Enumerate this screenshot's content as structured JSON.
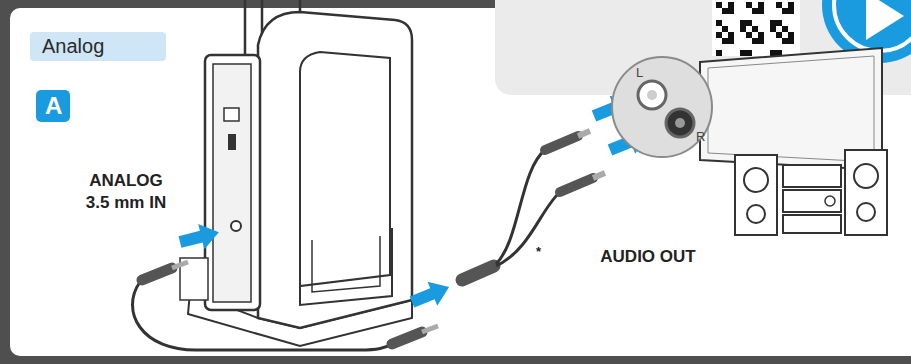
{
  "diagram": {
    "nodes": [
      {
        "text": [
          "Analog"
        ]
      },
      {
        "text": [
          "A"
        ]
      },
      {
        "text": [
          "L",
          "R"
        ]
      }
    ],
    "labels": [
      "ANALOG 3.5 mm IN",
      "*",
      "AUDIO OUT"
    ]
  }
}
